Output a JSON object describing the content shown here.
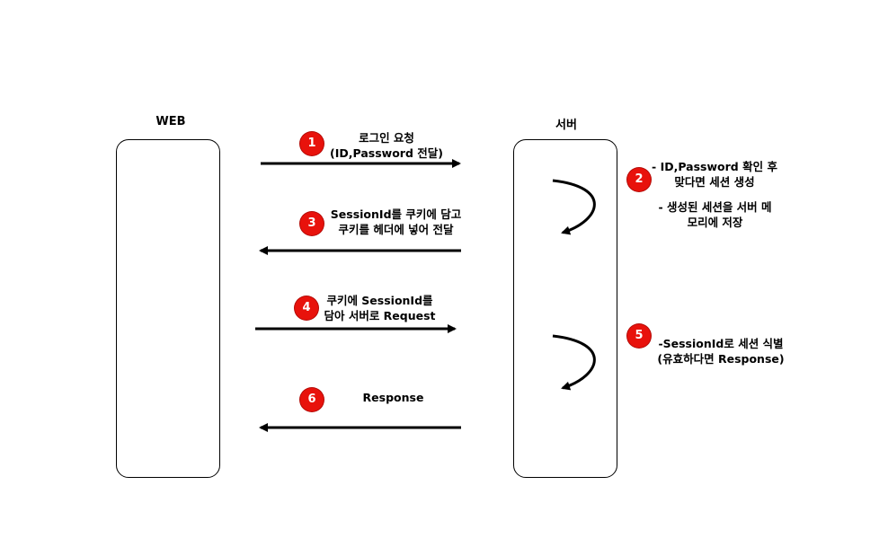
{
  "lanes": {
    "web": {
      "title": "WEB"
    },
    "server": {
      "title": "서버"
    }
  },
  "steps": {
    "s1": {
      "badge": "1",
      "text": "로그인 요청\n(ID,Password 전달)"
    },
    "s2": {
      "badge": "2",
      "text_a": "- ID,Password 확인 후\n맞다면 세션 생성",
      "text_b": "- 생성된 세션을 서버 메\n모리에 저장"
    },
    "s3": {
      "badge": "3",
      "text": "SessionId를 쿠키에 담고\n쿠키를 헤더에 넣어 전달"
    },
    "s4": {
      "badge": "4",
      "text": "쿠키에 SessionId를\n담아 서버로 Request"
    },
    "s5": {
      "badge": "5",
      "text": "-SessionId로 세션 식별\n(유효하다면 Response)"
    },
    "s6": {
      "badge": "6",
      "text": "Response"
    }
  },
  "colors": {
    "badge": "#e8120c",
    "line": "#000000"
  }
}
